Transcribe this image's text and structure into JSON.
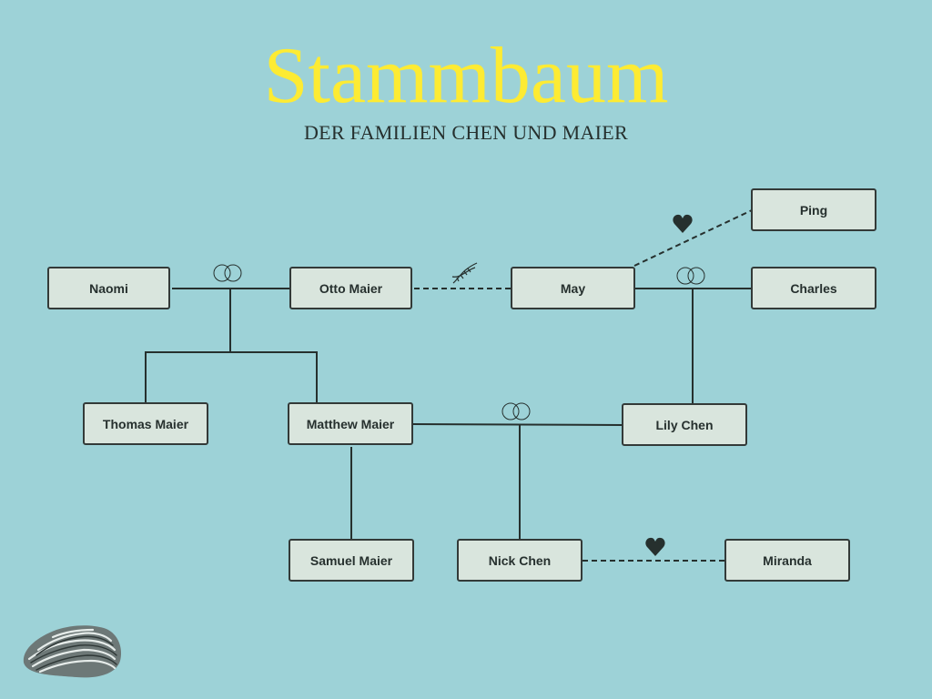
{
  "header": {
    "title": "Stammbaum",
    "subtitle": "DER FAMILIEN CHEN UND MAIER"
  },
  "colors": {
    "background": "#9dd2d7",
    "title": "#fdeb33",
    "node_fill": "#d9e5dd",
    "line": "#26302e"
  },
  "people": [
    {
      "id": "naomi",
      "name": "Naomi"
    },
    {
      "id": "otto",
      "name": "Otto Maier"
    },
    {
      "id": "may",
      "name": "May"
    },
    {
      "id": "ping",
      "name": "Ping"
    },
    {
      "id": "charles",
      "name": "Charles"
    },
    {
      "id": "thomas",
      "name": "Thomas Maier"
    },
    {
      "id": "matthew",
      "name": "Matthew Maier"
    },
    {
      "id": "lily",
      "name": "Lily Chen"
    },
    {
      "id": "samuel",
      "name": "Samuel Maier"
    },
    {
      "id": "nick",
      "name": "Nick Chen"
    },
    {
      "id": "miranda",
      "name": "Miranda"
    }
  ],
  "relations": [
    {
      "type": "marriage",
      "icon": "wedding-rings-icon",
      "from": "Naomi",
      "to": "Otto Maier",
      "children": [
        "Thomas Maier",
        "Matthew Maier"
      ]
    },
    {
      "type": "blood-relation",
      "icon": "dna-icon",
      "from": "Otto Maier",
      "to": "May"
    },
    {
      "type": "romance",
      "icon": "heart-icon",
      "from": "May",
      "to": "Ping"
    },
    {
      "type": "marriage",
      "icon": "wedding-rings-icon",
      "from": "May",
      "to": "Charles",
      "children": [
        "Lily Chen"
      ]
    },
    {
      "type": "marriage",
      "icon": "wedding-rings-icon",
      "from": "Matthew Maier",
      "to": "Lily Chen",
      "children": [
        "Nick Chen"
      ]
    },
    {
      "type": "parent-child",
      "from": "Matthew Maier",
      "to": "Samuel Maier"
    },
    {
      "type": "romance",
      "icon": "heart-icon",
      "from": "Nick Chen",
      "to": "Miranda"
    }
  ],
  "decoration": {
    "icon": "oyster-shell-icon"
  }
}
